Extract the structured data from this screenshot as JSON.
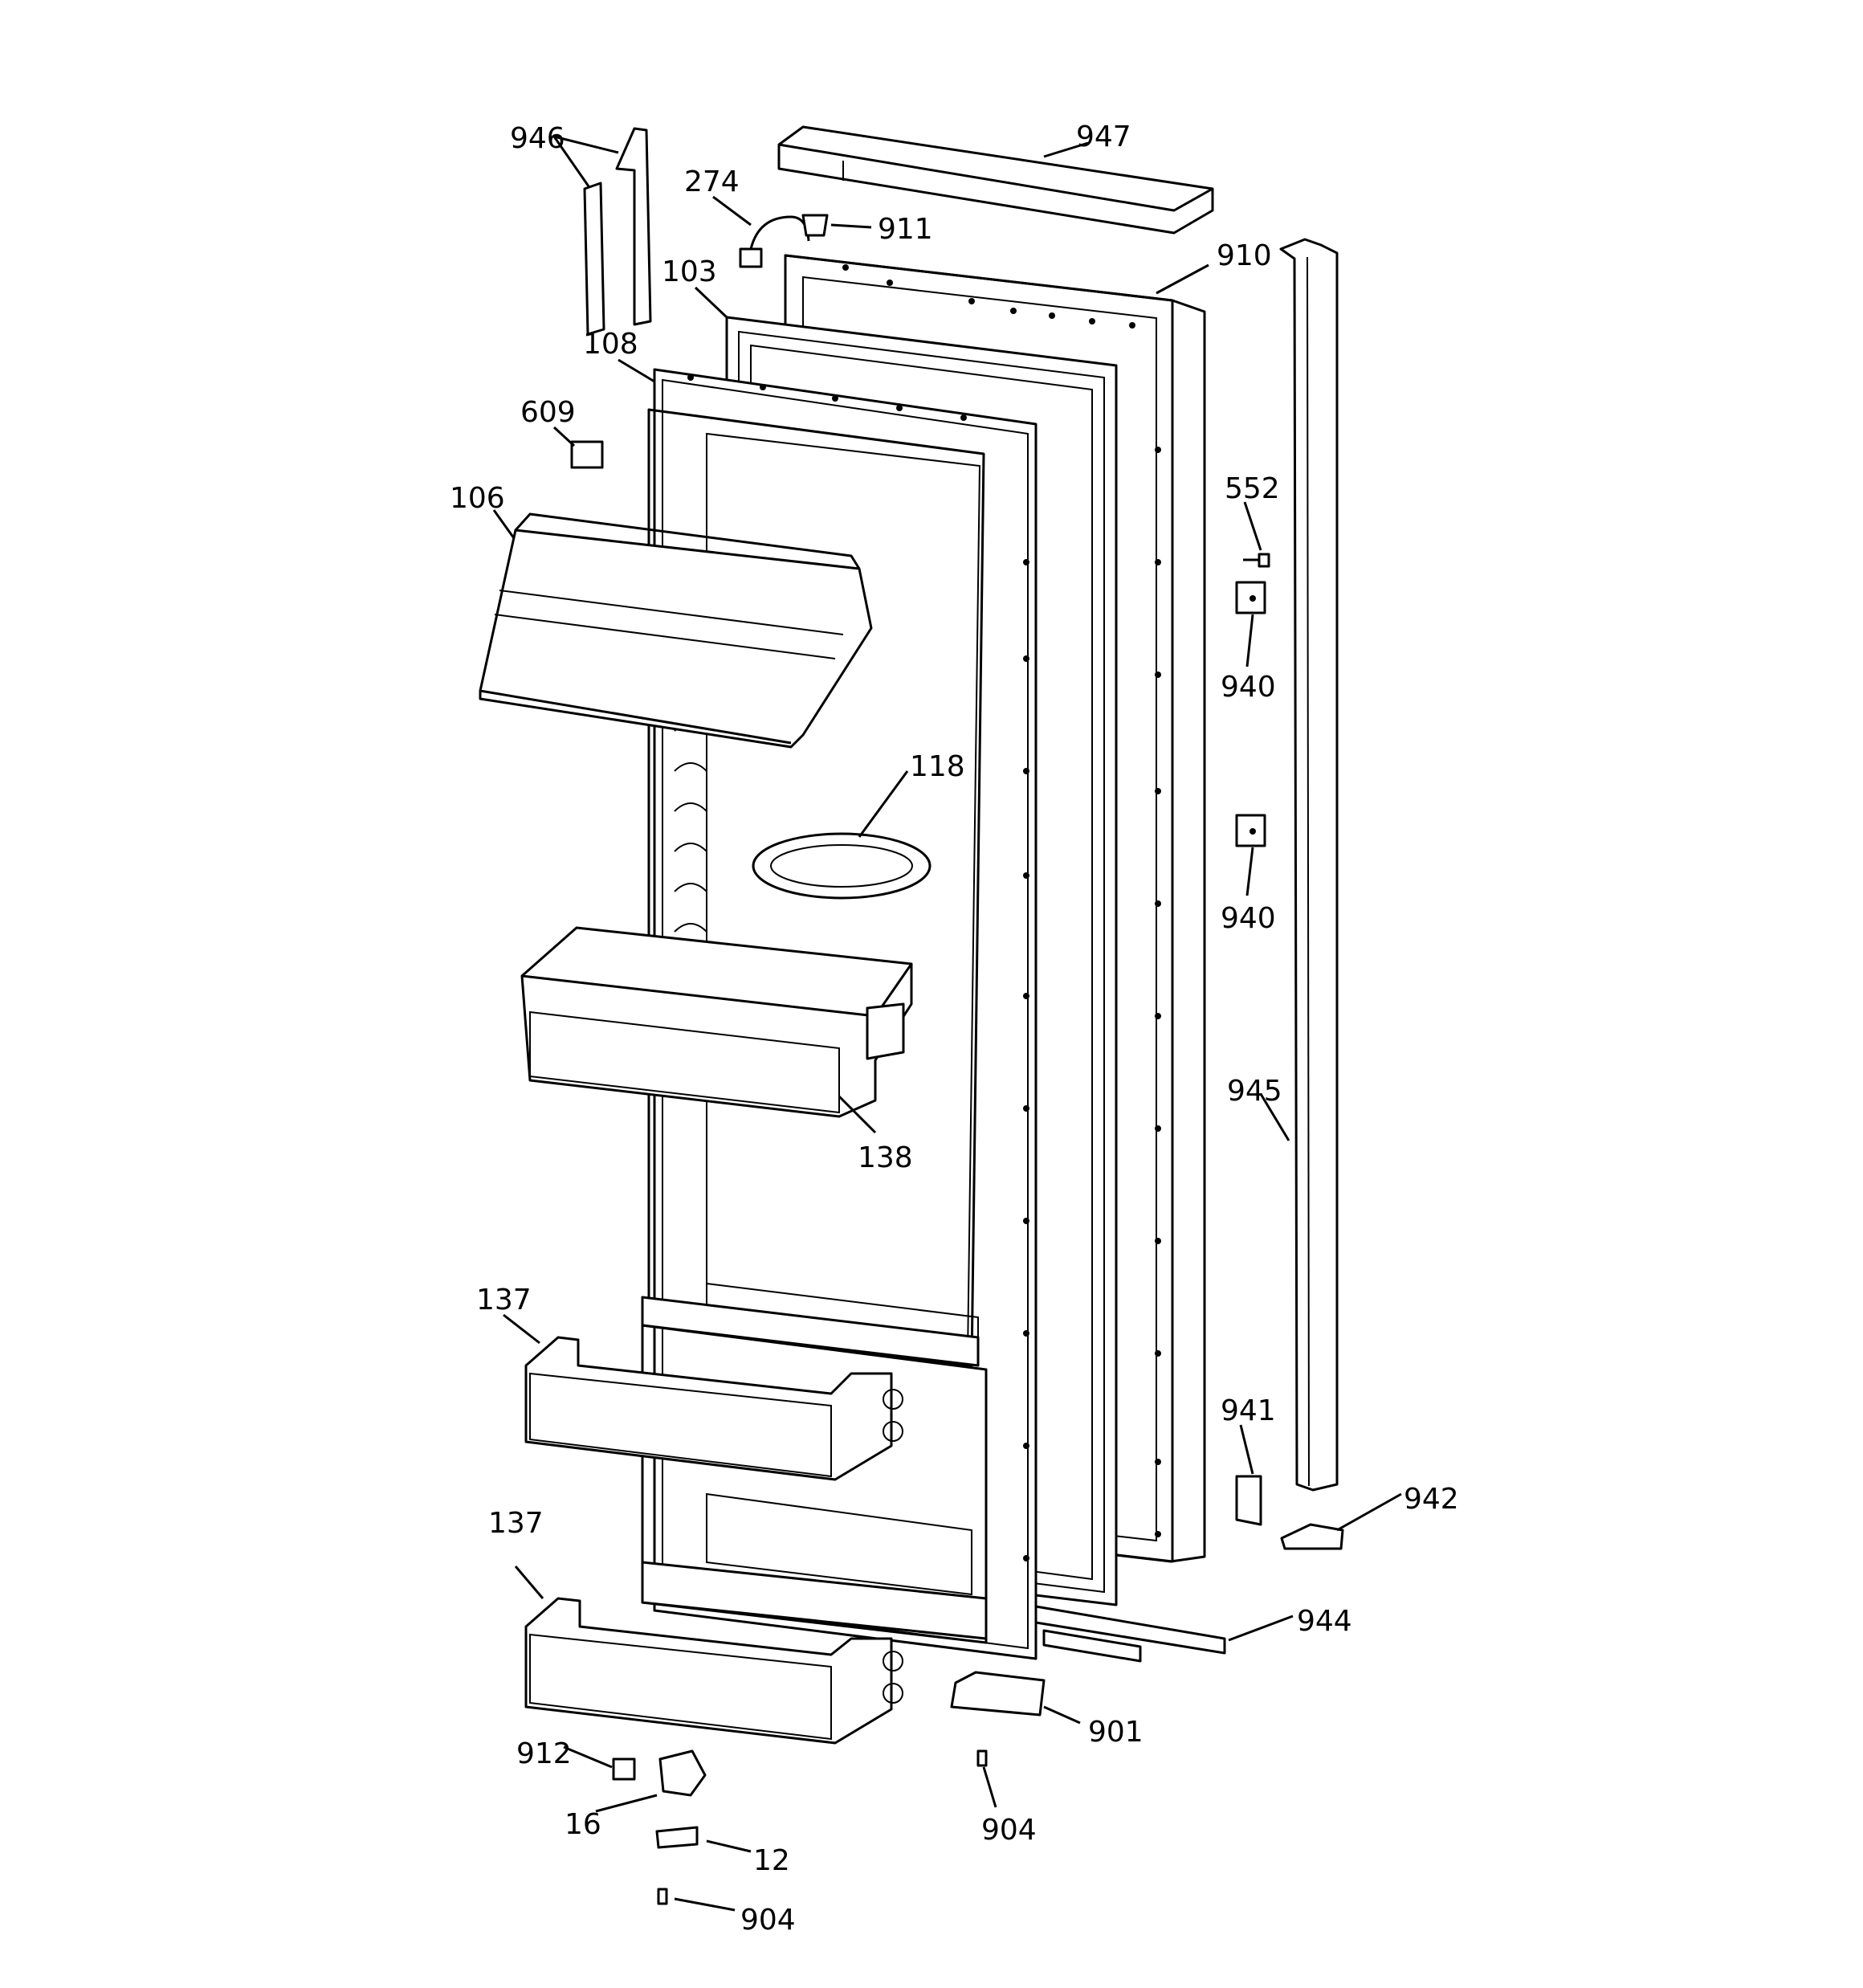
{
  "callouts": {
    "c946": "946",
    "c947": "947",
    "c274": "274",
    "c911": "911",
    "c103": "103",
    "c910": "910",
    "c108": "108",
    "c609": "609",
    "c552": "552",
    "c106": "106",
    "c940a": "940",
    "c118": "118",
    "c940b": "940",
    "c945": "945",
    "c138": "138",
    "c137a": "137",
    "c941": "941",
    "c942": "942",
    "c137b": "137",
    "c944": "944",
    "c901": "901",
    "c912": "912",
    "c16": "16",
    "c12": "12",
    "c904a": "904",
    "c904b": "904"
  }
}
